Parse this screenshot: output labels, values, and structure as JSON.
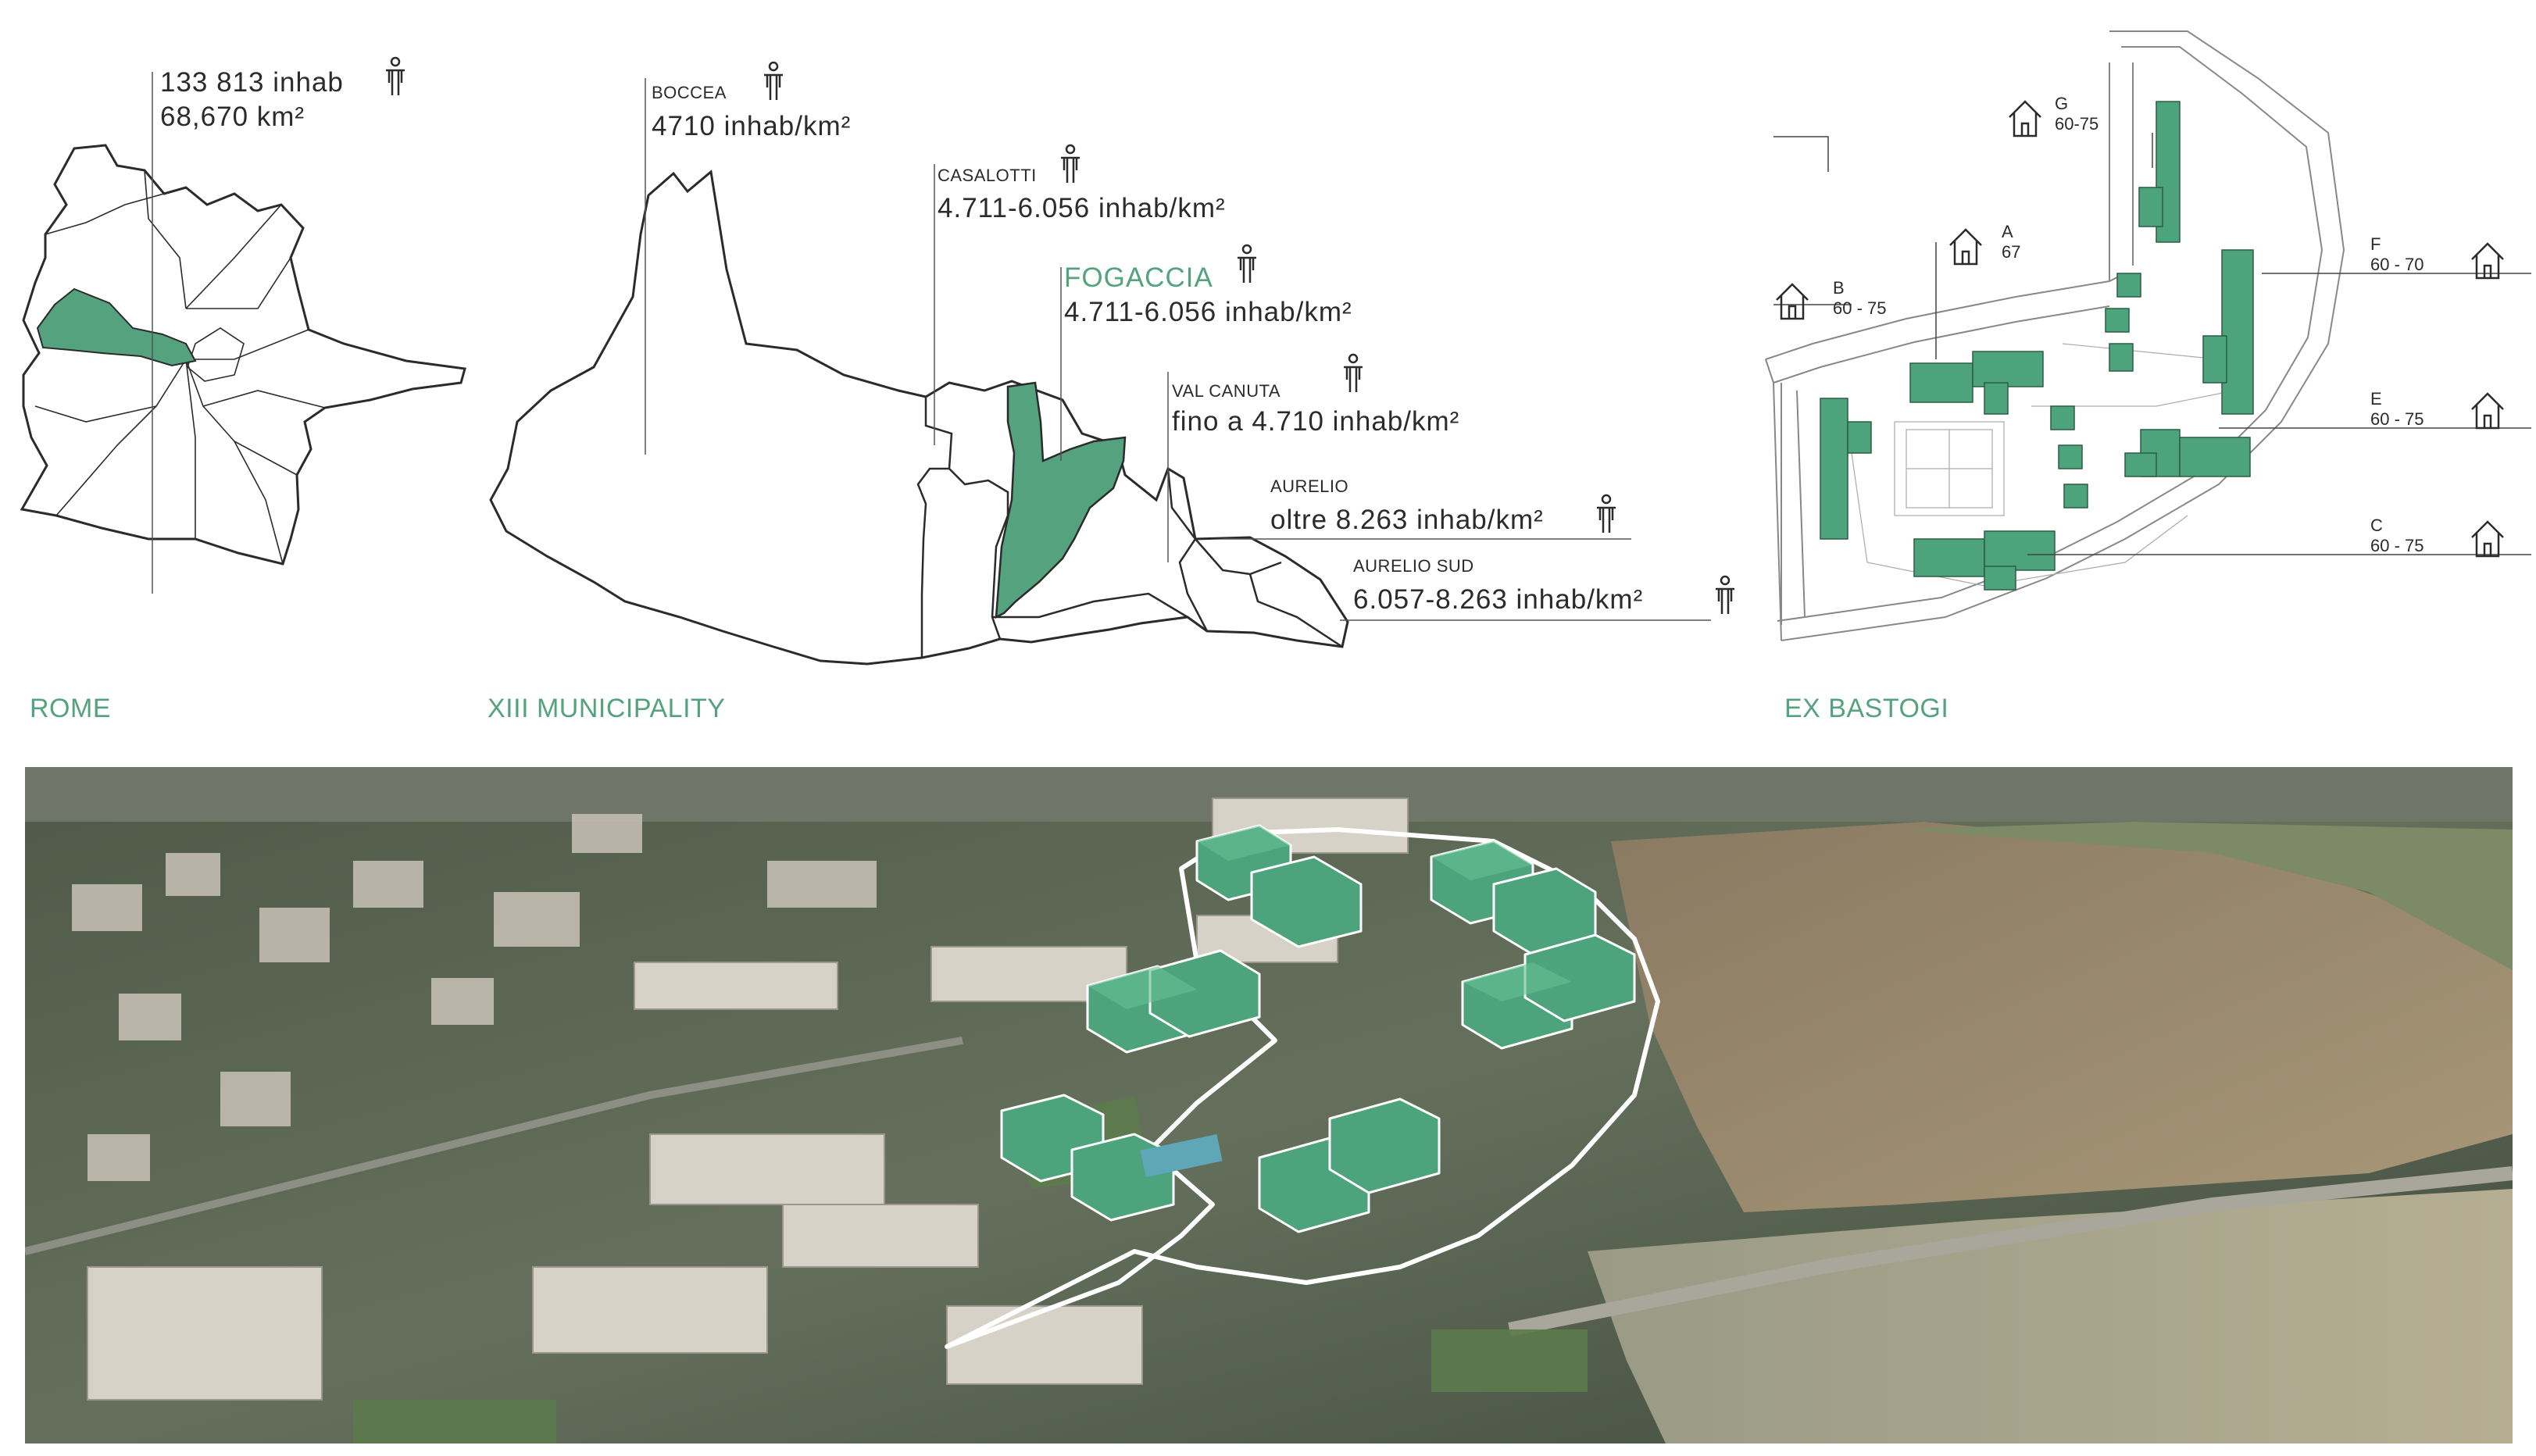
{
  "colors": {
    "accent": "#55a37e",
    "building": "#4da47c",
    "ink": "#2b2b2b"
  },
  "rome": {
    "caption": "ROME",
    "population": "133 813 inhab",
    "area": "68,670 km²"
  },
  "municipality": {
    "caption": "XIII MUNICIPALITY",
    "zones": [
      {
        "name": "BOCCEA",
        "density": "4710 inhab/km²"
      },
      {
        "name": "CASALOTTI",
        "density": "4.711-6.056 inhab/km²"
      },
      {
        "name": "FOGACCIA",
        "density": "4.711-6.056 inhab/km²"
      },
      {
        "name": "VAL CANUTA",
        "density": "fino a 4.710 inhab/km²"
      },
      {
        "name": "AURELIO",
        "density": "oltre 8.263 inhab/km²"
      },
      {
        "name": "AURELIO SUD",
        "density": "6.057-8.263 inhab/km²"
      }
    ]
  },
  "bastogi": {
    "caption": "EX BASTOGI",
    "blocks": [
      {
        "letter": "G",
        "value": "60-75"
      },
      {
        "letter": "A",
        "value": "67"
      },
      {
        "letter": "B",
        "value": "60 - 75"
      },
      {
        "letter": "F",
        "value": "60 - 70"
      },
      {
        "letter": "E",
        "value": "60 - 75"
      },
      {
        "letter": "C",
        "value": "60 - 75"
      }
    ]
  },
  "icons": [
    "person-icon",
    "house-icon"
  ]
}
